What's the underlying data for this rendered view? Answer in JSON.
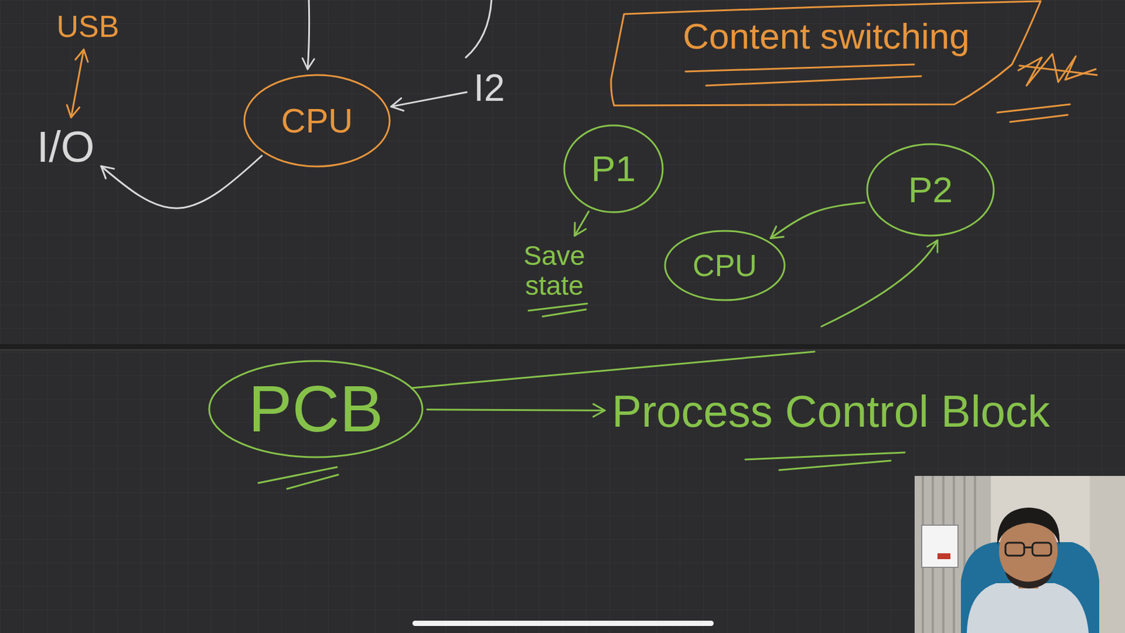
{
  "diagram": {
    "nodes": [
      {
        "text": [
          "USB"
        ]
      },
      {
        "text": [
          "I/O"
        ]
      },
      {
        "text": [
          "CPU"
        ]
      },
      {
        "text": [
          "I2"
        ]
      },
      {
        "text": [
          "Content switching"
        ]
      },
      {
        "text": [
          "P1"
        ]
      },
      {
        "text": [
          "Save state"
        ]
      },
      {
        "text": [
          "P2"
        ]
      },
      {
        "text": [
          "CPU"
        ]
      },
      {
        "text": [
          "PCB"
        ]
      },
      {
        "text": [
          "Process Control Block"
        ]
      }
    ],
    "edges": [
      {
        "from": 0,
        "to": 1,
        "arrow": "both"
      },
      {
        "from": 3,
        "to": 2,
        "arrow": "to"
      },
      {
        "from": 2,
        "to": 1,
        "arrow": "to"
      },
      {
        "from": 5,
        "to": 6,
        "arrow": "to"
      },
      {
        "from": 7,
        "to": 8,
        "arrow": "to"
      },
      {
        "from": 9,
        "to": 10,
        "arrow": "to"
      }
    ]
  }
}
